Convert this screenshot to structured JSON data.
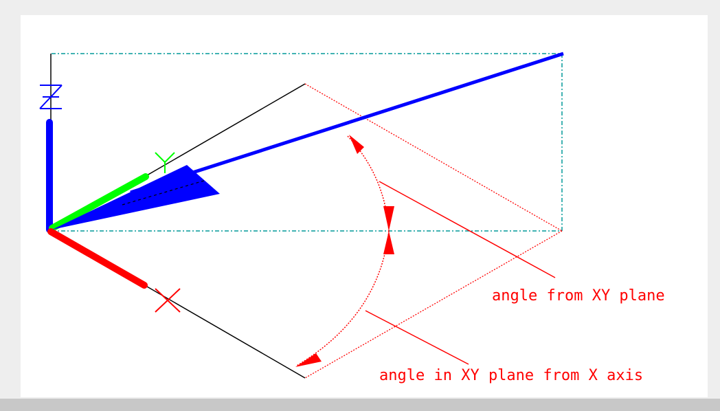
{
  "labels": {
    "z_axis": "Z",
    "y_axis": "Y",
    "x_axis": "X",
    "angle_from_xy": "angle from XY plane",
    "angle_in_xy": "angle in XY plane from X axis"
  },
  "colors": {
    "background": "#ffffff",
    "frame": "#eeeeee",
    "z_axis": "#0000ff",
    "y_axis": "#00ff00",
    "x_axis": "#ff0000",
    "vector": "#0000ff",
    "projection_lines": "#000000",
    "dimension": "#ff0000",
    "construction_lines": "#009999"
  }
}
